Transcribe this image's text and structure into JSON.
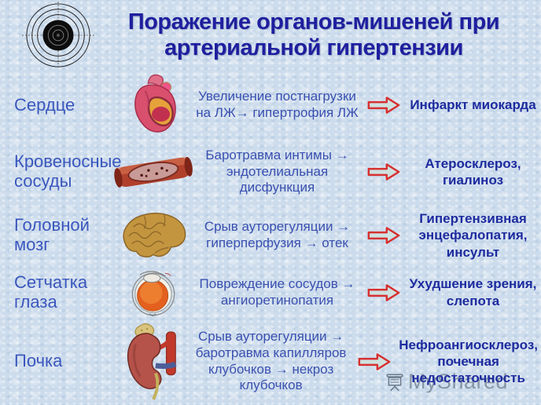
{
  "title": "Поражение органов-мишеней при артериальной гипертензии",
  "header_icon": "shooting-target-icon",
  "rows": [
    {
      "organ": "Сердце",
      "image": "heart-image",
      "mechanism": "Увеличение постнагрузки на ЛЖ→ гипертрофия ЛЖ",
      "arrow_icon": "red-block-arrow-icon",
      "outcome": "Инфаркт миокарда"
    },
    {
      "organ": "Кровеносные сосуды",
      "image": "blood-vessel-image",
      "mechanism": "Баротравма интимы → эндотелиальная дисфункция",
      "arrow_icon": "red-block-arrow-icon",
      "outcome": "Атеросклероз, гиалиноз"
    },
    {
      "organ": "Головной мозг",
      "image": "brain-image",
      "mechanism": "Срыв ауторегуляции → гиперперфузия → отек",
      "arrow_icon": "red-block-arrow-icon",
      "outcome": "Гипертензивная энцефалопатия, инсульт"
    },
    {
      "organ": "Сетчатка глаза",
      "image": "eye-image",
      "mechanism": "Повреждение сосудов → ангиоретинопатия",
      "arrow_icon": "red-block-arrow-icon",
      "outcome": "Ухудшение зрения, слепота"
    },
    {
      "organ": "Почка",
      "image": "kidney-image",
      "mechanism": "Срыв ауторегуляции → баротравма капилляров клубочков → некроз клубочков",
      "arrow_icon": "red-block-arrow-icon",
      "outcome": "Нефроангиосклероз, почечная недостаточность"
    }
  ],
  "watermark": {
    "text": "MyShared",
    "icon": "projector-screen-icon"
  },
  "colors": {
    "background": "#cddcec",
    "title_text": "#1f1f9e",
    "organ_label": "#3a57be",
    "mechanism_text": "#3a50b0",
    "outcome_text": "#1d2b9f",
    "arrow_outline": "#d63031",
    "arrow_fill": "#cfe2e0"
  }
}
